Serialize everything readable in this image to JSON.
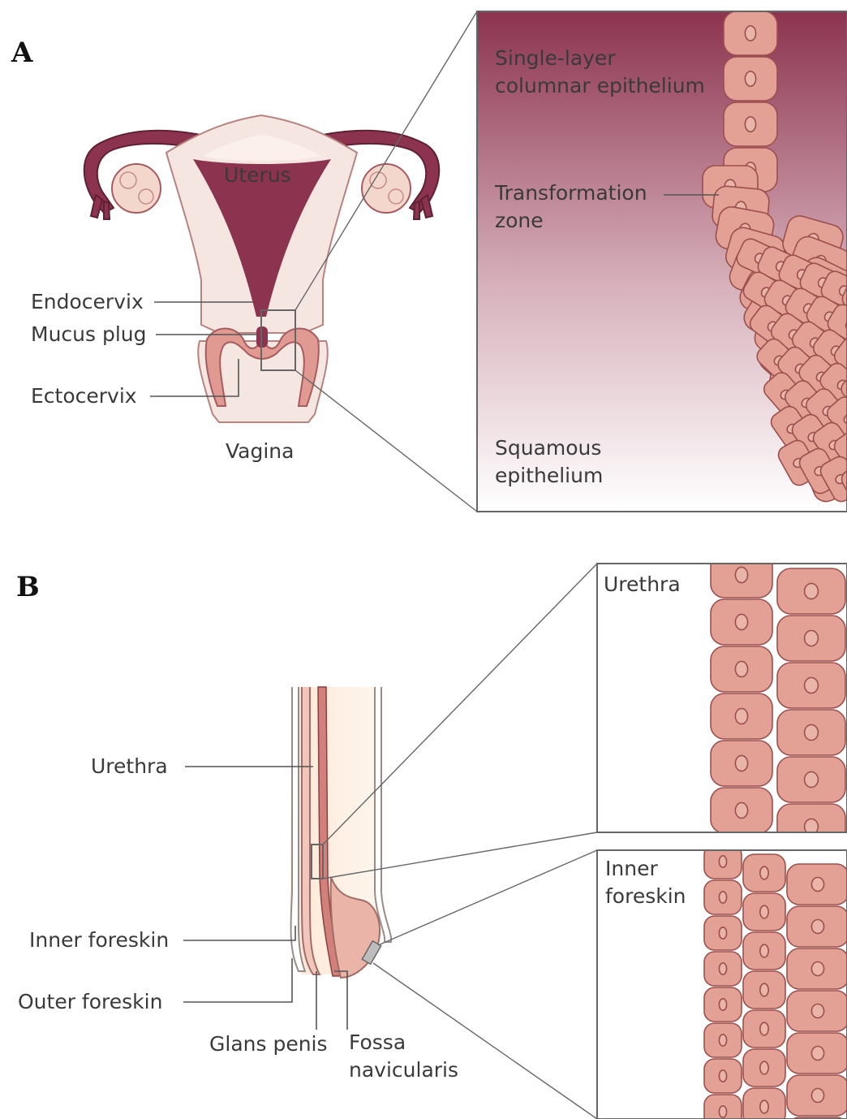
{
  "panels": {
    "a": {
      "letter": "A",
      "labels": {
        "uterus": "Uterus",
        "endocervix": "Endocervix",
        "mucus_plug": "Mucus plug",
        "ectocervix": "Ectocervix",
        "vagina": "Vagina"
      },
      "inset": {
        "columnar_line1": "Single-layer",
        "columnar_line2": "columnar epithelium",
        "transformation_line1": "Transformation",
        "transformation_line2": "zone",
        "squamous_line1": "Squamous",
        "squamous_line2": "epithelium"
      }
    },
    "b": {
      "letter": "B",
      "labels": {
        "urethra": "Urethra",
        "inner_foreskin": "Inner foreskin",
        "outer_foreskin": "Outer foreskin",
        "glans_penis": "Glans penis",
        "fossa_line1": "Fossa",
        "fossa_line2": "navicularis"
      },
      "inset_top": {
        "label": "Urethra"
      },
      "inset_bottom": {
        "label_line1": "Inner",
        "label_line2": "foreskin"
      }
    }
  },
  "colors": {
    "tissue_dark": "#8c3350",
    "tissue_light": "#f6e6e2",
    "cell_fill": "#e3a195",
    "cell_stroke": "#9c4f4c"
  }
}
